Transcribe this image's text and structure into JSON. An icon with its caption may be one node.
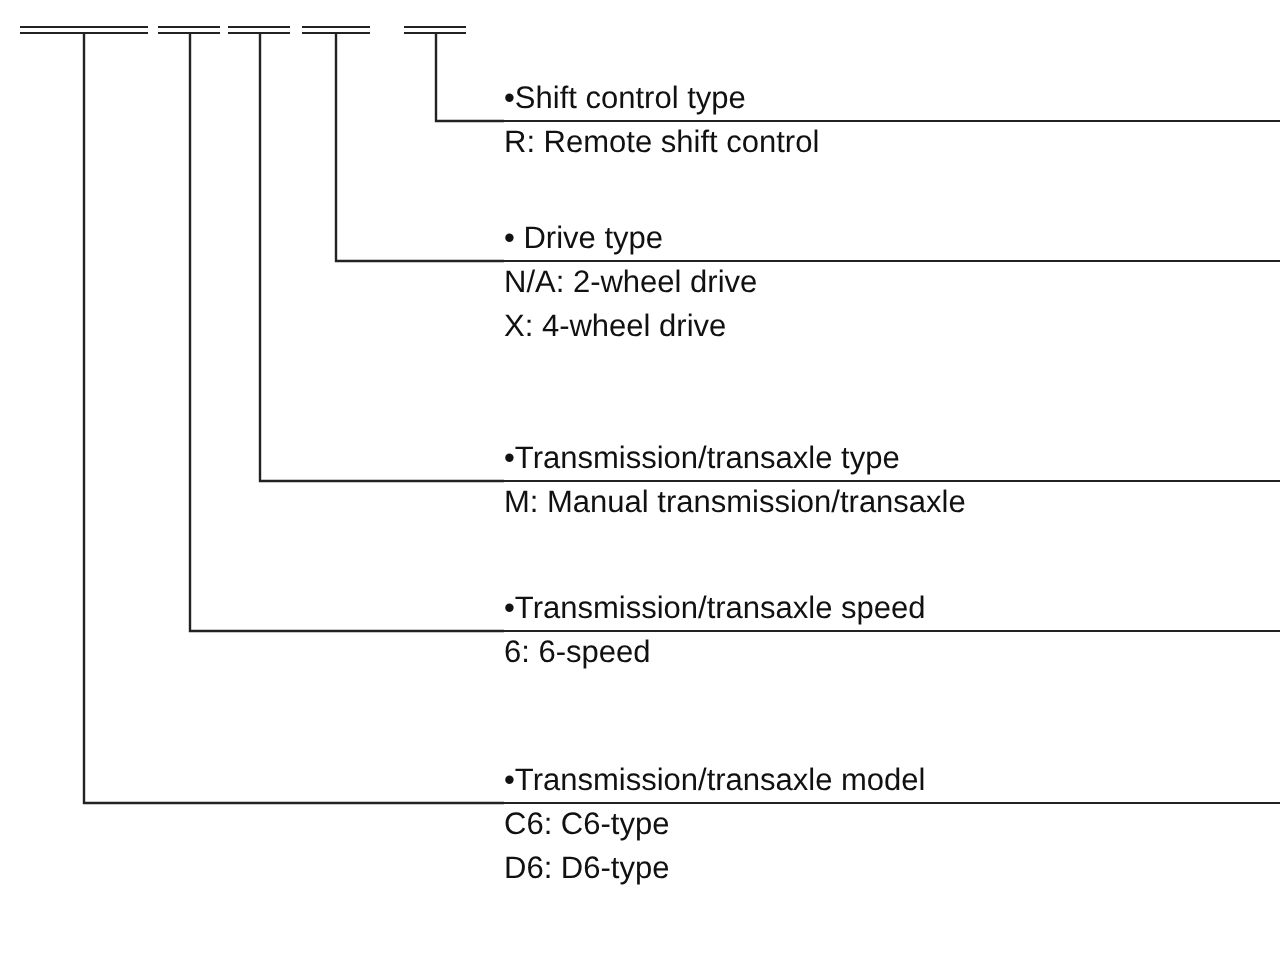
{
  "diagram": {
    "nodes": [
      {
        "text": [],
        "shape": "bar"
      },
      {
        "text": [],
        "shape": "bar"
      },
      {
        "text": [],
        "shape": "bar"
      },
      {
        "text": [],
        "shape": "bar"
      },
      {
        "text": [],
        "shape": "bar"
      },
      {
        "text": [
          "•Shift control type",
          "R: Remote shift control"
        ]
      },
      {
        "text": [
          "• Drive type",
          "N/A: 2-wheel drive",
          "X: 4-wheel drive"
        ]
      },
      {
        "text": [
          "•Transmission/transaxle type",
          "M: Manual transmission/transaxle"
        ]
      },
      {
        "text": [
          "•Transmission/transaxle speed",
          "6: 6-speed"
        ]
      },
      {
        "text": [
          "•Transmission/transaxle model",
          "C6: C6-type",
          "D6: D6-type"
        ]
      }
    ],
    "edges": [
      {
        "from": 4,
        "to": 5,
        "arrow": "none"
      },
      {
        "from": 3,
        "to": 6,
        "arrow": "none"
      },
      {
        "from": 2,
        "to": 7,
        "arrow": "none"
      },
      {
        "from": 1,
        "to": 8,
        "arrow": "none"
      },
      {
        "from": 0,
        "to": 9,
        "arrow": "none"
      }
    ]
  }
}
